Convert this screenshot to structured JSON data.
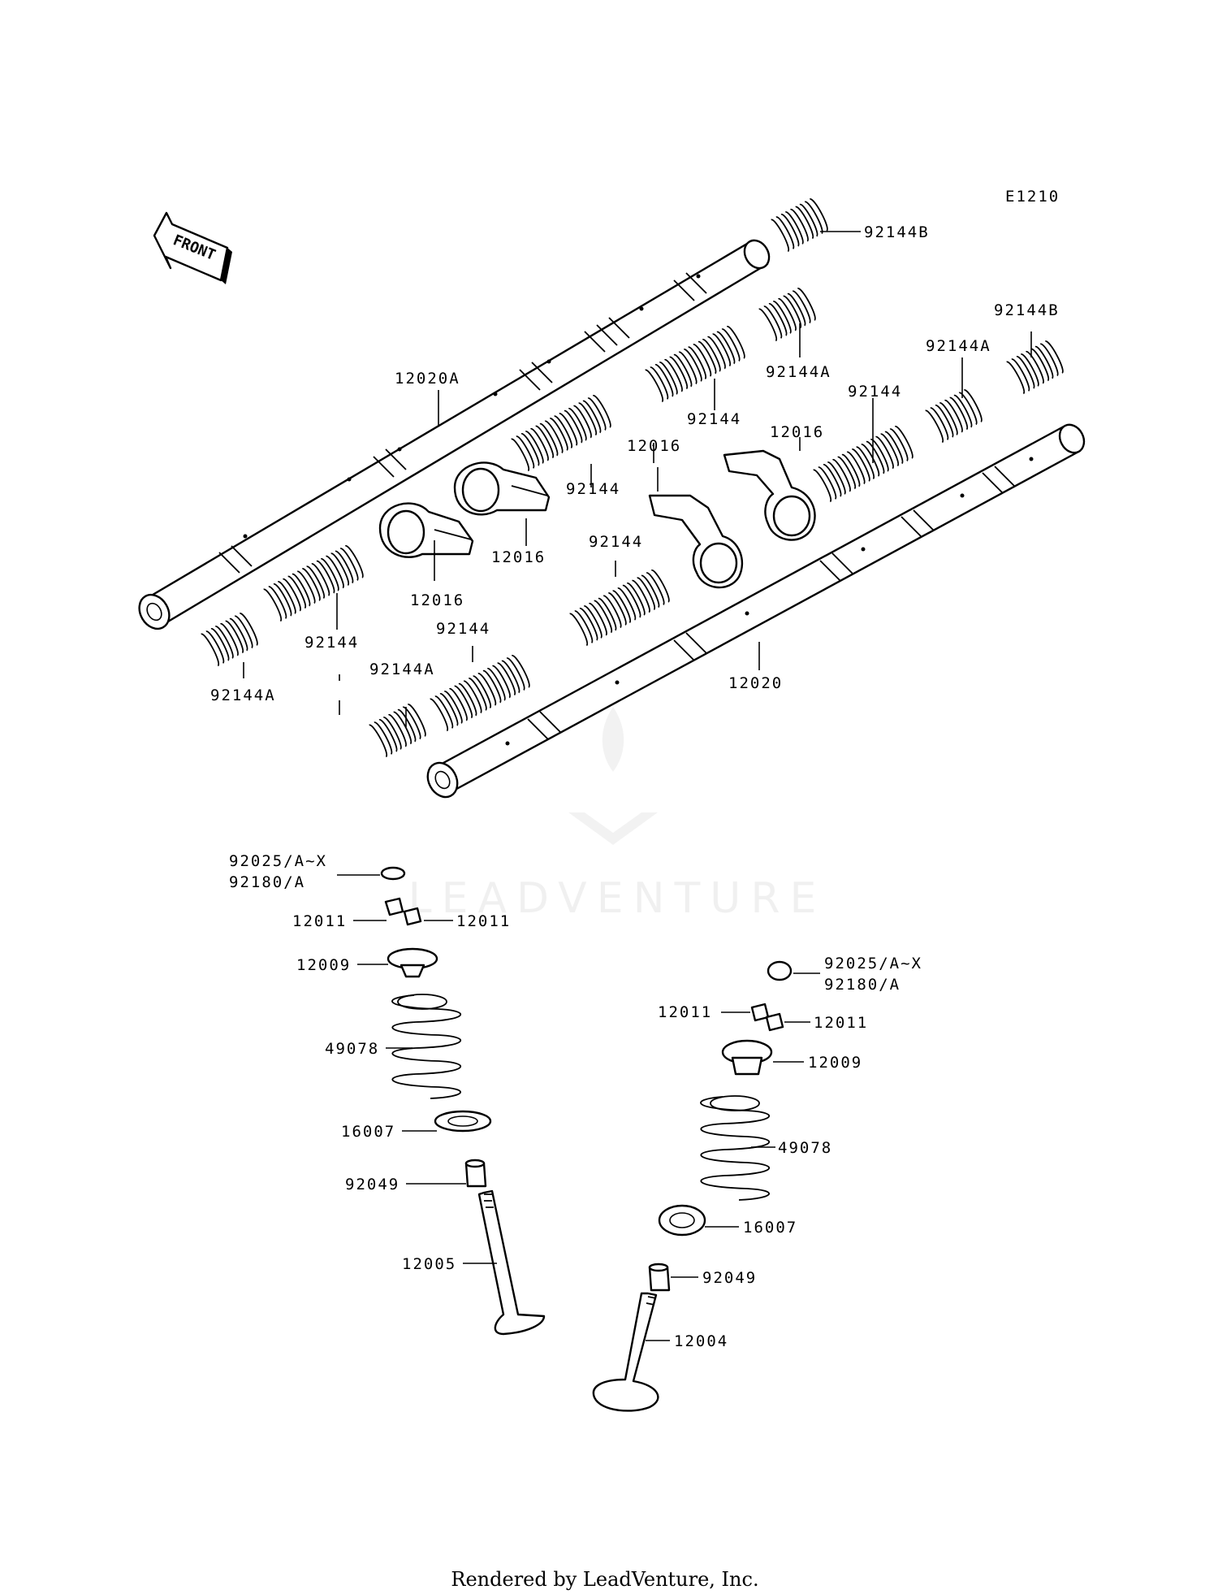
{
  "diagram": {
    "code": "E1210",
    "front_label": "FRONT",
    "watermark": "LEADVENTURE",
    "footer": "Rendered by LeadVenture, Inc.",
    "labels": {
      "p92144b_top": "92144B",
      "p92144b_right": "92144B",
      "p92144a_r1": "92144A",
      "p92144a_r2": "92144A",
      "p92144_r1": "92144",
      "p92144_r2": "92144",
      "p12016_a": "12016",
      "p12016_b": "12016",
      "p12016_c": "12016",
      "p12016_d": "12016",
      "p12020a": "12020A",
      "p92144_c1": "92144",
      "p92144_c2": "92144",
      "p92144_l1": "92144",
      "p92144_l2": "92144",
      "p92144a_l1": "92144A",
      "p92144a_l2": "92144A",
      "p12020": "12020",
      "left_cap_a": "92025/A~X",
      "left_cap_b": "92180/A",
      "left_12011_a": "12011",
      "left_12011_b": "12011",
      "left_12009": "12009",
      "left_49078": "49078",
      "left_16007": "16007",
      "left_92049": "92049",
      "left_12005": "12005",
      "right_cap_a": "92025/A~X",
      "right_cap_b": "92180/A",
      "right_12011_a": "12011",
      "right_12011_b": "12011",
      "right_12009": "12009",
      "right_49078": "49078",
      "right_16007": "16007",
      "right_92049": "92049",
      "right_12004": "12004"
    }
  }
}
